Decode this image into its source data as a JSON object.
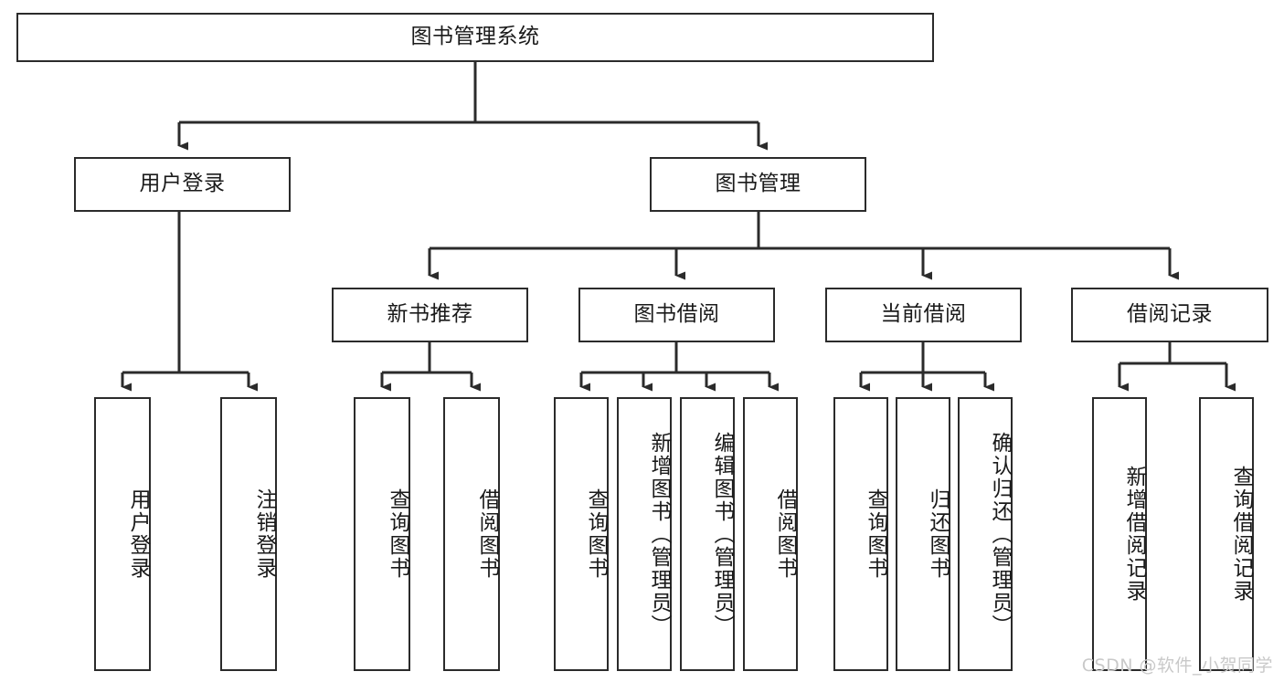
{
  "diagram": {
    "title": "图书管理系统",
    "type": "tree",
    "watermark": "CSDN @软件_小贺同学",
    "colors": {
      "stroke": "#2b2b2b",
      "fill": "#ffffff",
      "text": "#1a1a1a",
      "watermark": "#c9c9c9"
    },
    "levels": {
      "root": {
        "label": "图书管理系统"
      },
      "level2": [
        {
          "id": "user-login",
          "label": "用户登录"
        },
        {
          "id": "book-manage",
          "label": "图书管理"
        }
      ],
      "level3": [
        {
          "id": "new-book-recommend",
          "label": "新书推荐",
          "parent": "book-manage"
        },
        {
          "id": "book-borrow",
          "label": "图书借阅",
          "parent": "book-manage"
        },
        {
          "id": "current-borrow",
          "label": "当前借阅",
          "parent": "book-manage"
        },
        {
          "id": "borrow-record",
          "label": "借阅记录",
          "parent": "book-manage"
        }
      ],
      "leaves": [
        {
          "id": "leaf-user-login",
          "label": "用户登录",
          "parent": "user-login"
        },
        {
          "id": "leaf-logout-login",
          "label": "注销登录",
          "parent": "user-login"
        },
        {
          "id": "leaf-query-book-1",
          "label": "查询图书",
          "parent": "new-book-recommend"
        },
        {
          "id": "leaf-borrow-book-1",
          "label": "借阅图书",
          "parent": "new-book-recommend"
        },
        {
          "id": "leaf-query-book-2",
          "label": "查询图书",
          "parent": "book-borrow"
        },
        {
          "id": "leaf-add-book",
          "label": "新增图书（管理员）",
          "parent": "book-borrow"
        },
        {
          "id": "leaf-edit-book",
          "label": "编辑图书（管理员）",
          "parent": "book-borrow"
        },
        {
          "id": "leaf-borrow-book-2",
          "label": "借阅图书",
          "parent": "book-borrow"
        },
        {
          "id": "leaf-query-book-3",
          "label": "查询图书",
          "parent": "current-borrow"
        },
        {
          "id": "leaf-return-book",
          "label": "归还图书",
          "parent": "current-borrow"
        },
        {
          "id": "leaf-confirm-return",
          "label": "确认归还（管理员）",
          "parent": "current-borrow"
        },
        {
          "id": "leaf-add-record",
          "label": "新增借阅记录",
          "parent": "borrow-record"
        },
        {
          "id": "leaf-query-record",
          "label": "查询借阅记录",
          "parent": "borrow-record"
        }
      ]
    }
  }
}
